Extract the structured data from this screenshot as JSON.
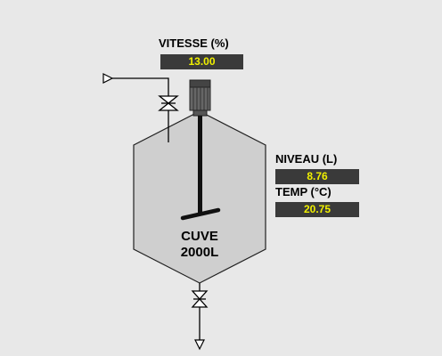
{
  "vitesse": {
    "label": "VITESSE (%)",
    "value": "13.00"
  },
  "niveau": {
    "label": "NIVEAU (L)",
    "value": "8.76"
  },
  "temp": {
    "label": "TEMP (°C)",
    "value": "20.75"
  },
  "tank": {
    "line1": "CUVE",
    "line2": "2000L"
  },
  "colors": {
    "background": "#e8e8e8",
    "tank_fill": "#cfcfcf",
    "display_bg": "#3a3a3a",
    "display_text": "#f0f000",
    "motor": "#555555"
  },
  "icons": [
    "inlet-arrow-icon",
    "inlet-valve-icon",
    "motor-icon",
    "agitator-icon",
    "outlet-valve-icon",
    "outlet-arrow-icon"
  ]
}
